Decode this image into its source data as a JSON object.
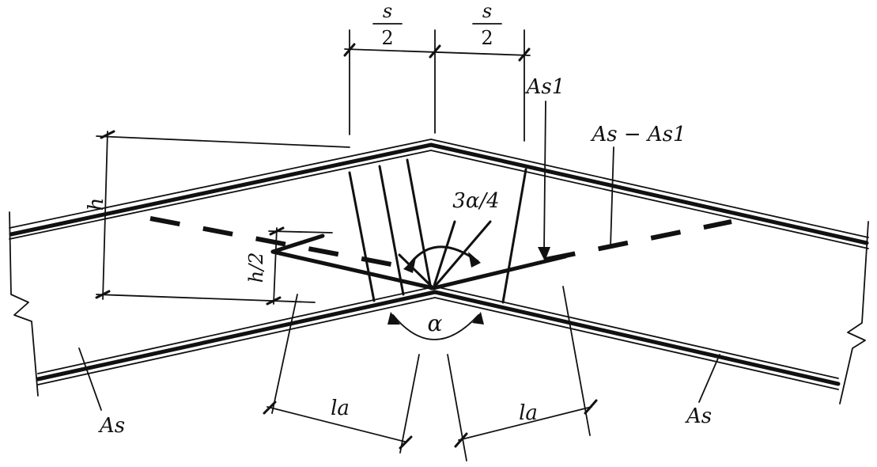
{
  "labels": {
    "s_top_left": "s",
    "two_left": "2",
    "s_top_right": "s",
    "two_right": "2",
    "As1": "As1",
    "As_minus_As1": "As − As1",
    "h": "h",
    "h_half": "h/2",
    "three_alpha_quarter": "3α/4",
    "alpha": "α",
    "la_left": "la",
    "la_right": "la",
    "As_left": "As",
    "As_right": "As"
  }
}
